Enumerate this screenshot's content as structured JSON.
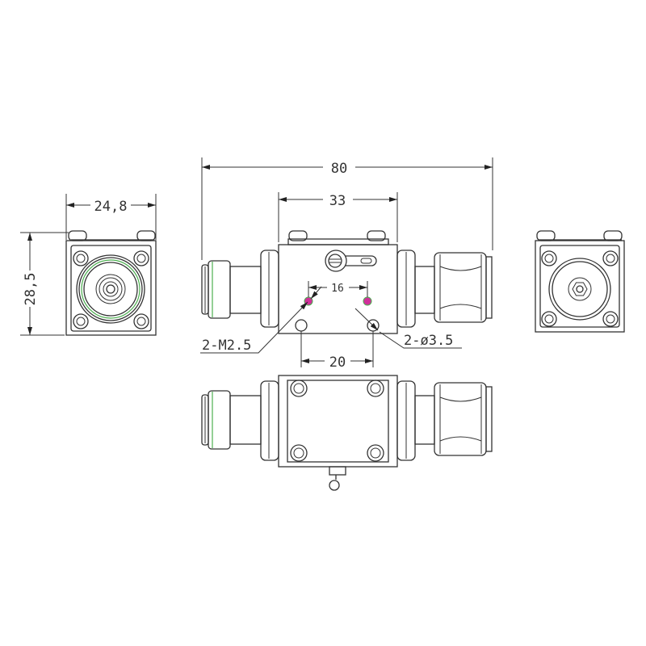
{
  "drawing": {
    "dimensions": {
      "overall_length": "80",
      "body_length": "33",
      "tapped_hole_spacing": "16",
      "through_hole_spacing": "20",
      "width": "24,8",
      "height": "28,5"
    },
    "callouts": {
      "tapped_holes": "2-M2.5",
      "through_holes": "2-ø3.5"
    },
    "colors": {
      "line": "#333333",
      "highlight": "#4caf50",
      "hole_mark": "#d0309a"
    }
  }
}
